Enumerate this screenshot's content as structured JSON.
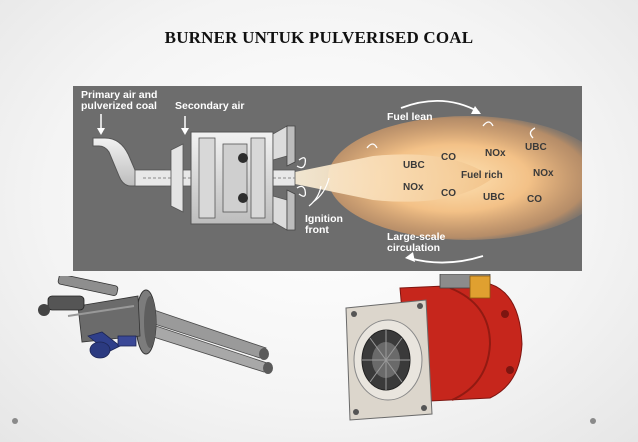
{
  "slide": {
    "title": "BURNER UNTUK PULVERISED COAL"
  },
  "diagram": {
    "labels": {
      "primary_air_line1": "Primary air and",
      "primary_air_line2": "pulverized coal",
      "secondary_air": "Secondary air",
      "fuel_lean": "Fuel lean",
      "ignition_line1": "Ignition",
      "ignition_line2": "front",
      "large_scale_line1": "Large-scale",
      "large_scale_line2": "circulation",
      "fuel_rich": "Fuel rich"
    },
    "species": {
      "ubc_1": "UBC",
      "co_1": "CO",
      "nox_1": "NOx",
      "ubc_2": "UBC",
      "nox_2": "NOx",
      "co_2": "CO",
      "nox_3": "NOx",
      "ubc_3": "UBC",
      "co_3": "CO"
    }
  },
  "photos": {
    "left_icon": "coal-burner-lance-photo",
    "right_icon": "red-burner-register-photo"
  },
  "colors": {
    "diagram_bg": "#6d6d6d",
    "flame": "#f6c98e",
    "burner_red": "#c6261c"
  }
}
